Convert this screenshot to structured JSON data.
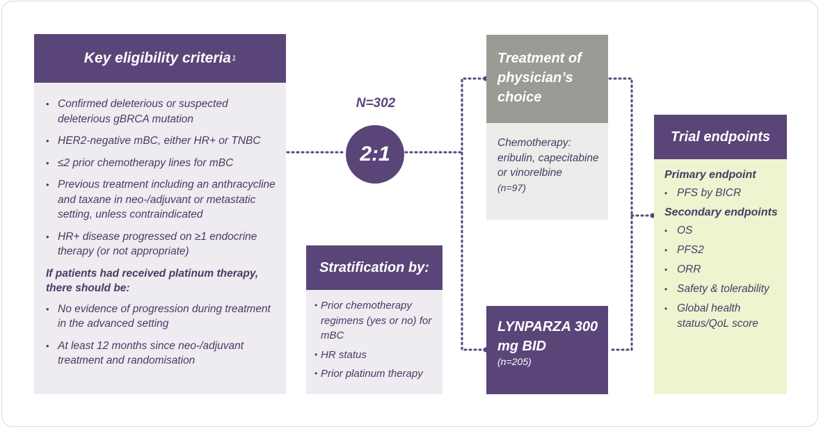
{
  "eligibility": {
    "title": "Key eligibility criteria",
    "footnote": "1",
    "items": [
      "Confirmed deleterious or suspected deleterious gBRCA mutation",
      "HER2-negative mBC, either HR+ or TNBC",
      "≤2 prior chemotherapy lines for mBC",
      "Previous treatment including an anthracycline and taxane in neo-/adjuvant or metastatic setting, unless contraindicated",
      "HR+ disease progressed on ≥1 endocrine therapy (or not appropriate)"
    ],
    "platinum_heading": "If patients had received platinum therapy, there should be:",
    "platinum_items": [
      "No evidence of progression during treatment in the advanced setting",
      "At least 12 months since neo-/adjuvant treatment and randomisation"
    ]
  },
  "randomisation": {
    "n_label": "N=302",
    "ratio": "2:1"
  },
  "stratification": {
    "title": "Stratification by:",
    "items": [
      "Prior chemotherapy regimens (yes or no) for mBC",
      "HR status",
      "Prior platinum therapy"
    ]
  },
  "tpc": {
    "title": "Treatment of physician’s choice",
    "body": "Chemotherapy: eribulin, capecitabine or vinorelbine",
    "n": "(n=97)"
  },
  "lynparza": {
    "title": "LYNPARZA 300 mg BID",
    "n": "(n=205)"
  },
  "endpoints": {
    "title": "Trial endpoints",
    "primary_heading": "Primary endpoint",
    "primary_items": [
      "PFS by BICR"
    ],
    "secondary_heading": "Secondary endpoints",
    "secondary_items": [
      "OS",
      "PFS2",
      "ORR",
      "Safety & tolerability",
      "Global health status/QoL score"
    ]
  },
  "colors": {
    "purple": "#5a4579",
    "grey": "#9c9a95",
    "lavender_bg": "#eeebf1",
    "green_bg": "#ecf5d0"
  }
}
